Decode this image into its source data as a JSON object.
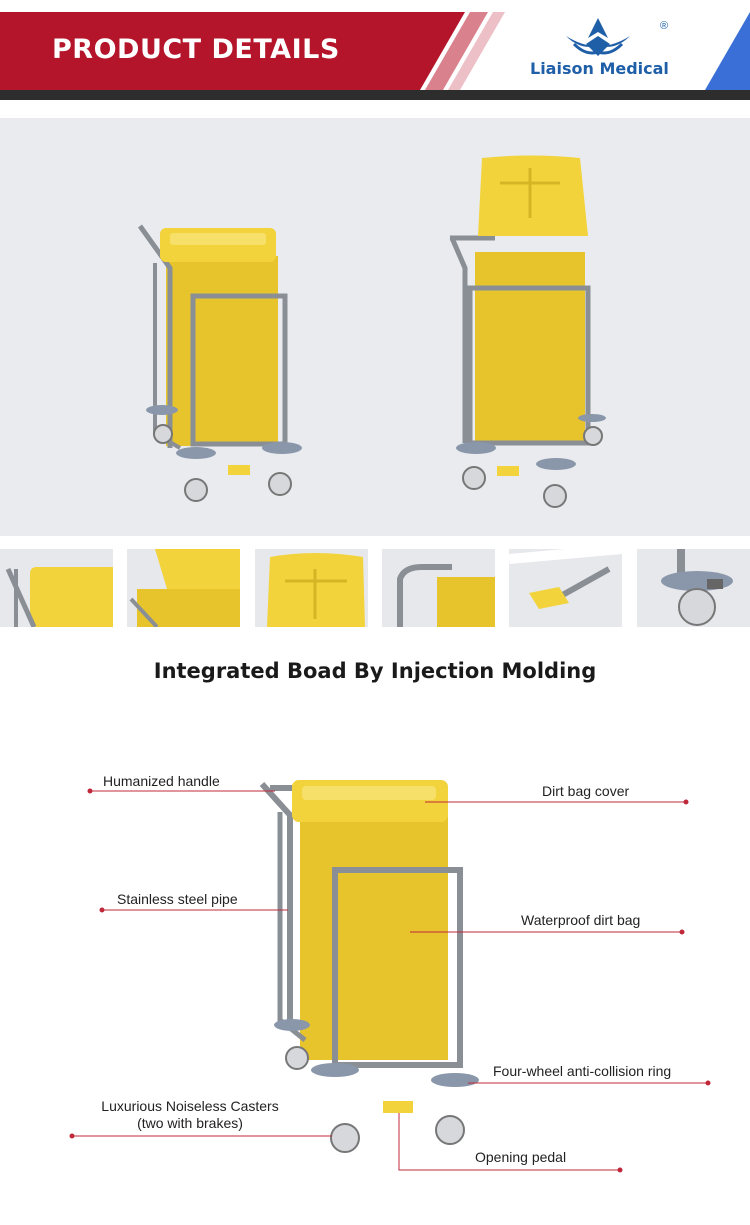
{
  "header": {
    "title": "PRODUCT DETAILS",
    "brand": "Liaison Medical",
    "registered_mark": "®",
    "colors": {
      "banner_red": "#b5152b",
      "brand_blue": "#1f5fa8",
      "accent_blue": "#3a6fd8"
    }
  },
  "gallery": {
    "thumbnails": [
      "handle-closeup",
      "lid-open-closeup",
      "lid-top-closeup",
      "frame-closeup",
      "pedal-closeup",
      "caster-closeup"
    ]
  },
  "section": {
    "heading": "Integrated Boad By Injection Molding"
  },
  "callouts": {
    "humanized_handle": "Humanized handle",
    "dirt_bag_cover": "Dirt bag cover",
    "stainless_steel_pipe": "Stainless steel pipe",
    "waterproof_dirt_bag": "Waterproof dirt bag",
    "anti_collision_ring": "Four-wheel anti-collision ring",
    "casters_line1": "Luxurious Noiseless Casters",
    "casters_line2": "(two with brakes)",
    "opening_pedal": "Opening pedal"
  }
}
